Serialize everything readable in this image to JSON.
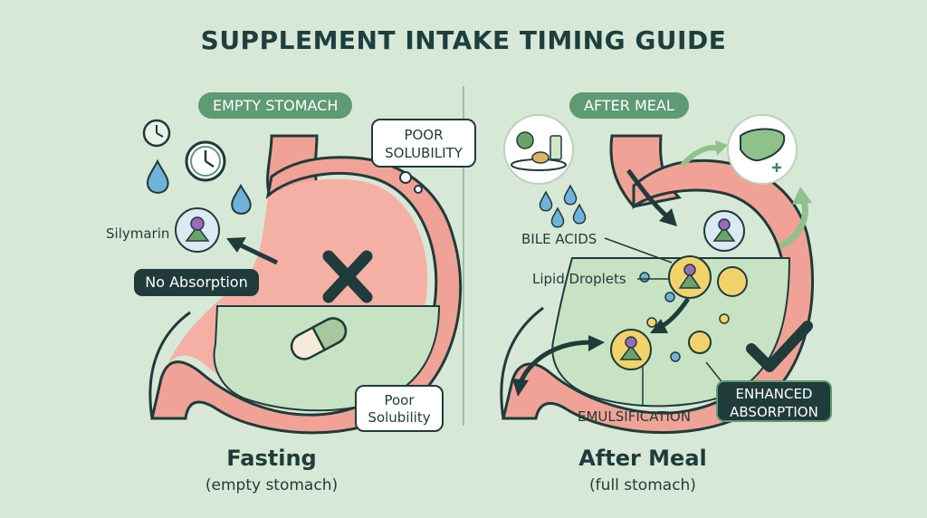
{
  "title": "SUPPLEMENT INTAKE TIMING GUIDE",
  "left": {
    "pill": "EMPTY STOMACH",
    "bubble_top_line1": "POOR",
    "bubble_top_line2": "SOLUBILITY",
    "silymarin_label": "Silymarin",
    "no_absorption": "No Absorption",
    "bubble_bottom_line1": "Poor",
    "bubble_bottom_line2": "Solubility",
    "caption_main": "Fasting",
    "caption_sub": "(empty stomach)"
  },
  "right": {
    "pill": "AFTER MEAL",
    "bile_acids": "BILE ACIDS",
    "lipid_droplets": "Lipid Droplets",
    "emulsification": "EMULSIFICATION",
    "enhanced_line1": "ENHANCED",
    "enhanced_line2": "ABSORPTION",
    "caption_main": "After Meal",
    "caption_sub": "(full stomach)"
  },
  "icons": [
    "clock-icon",
    "water-drop-icon",
    "milk-thistle-icon",
    "x-mark-icon",
    "capsule-icon",
    "food-plate-icon",
    "liver-icon",
    "check-mark-icon",
    "arrow-icon"
  ],
  "colors": {
    "background": "#d8e8d7",
    "stomach_wall": "#f0a296",
    "stomach_fill": "#c8e2c4",
    "accent_green": "#5e9a74",
    "dark": "#1f3b3a",
    "droplet_blue": "#6fb2da",
    "lipid_yellow": "#f2d36b"
  }
}
